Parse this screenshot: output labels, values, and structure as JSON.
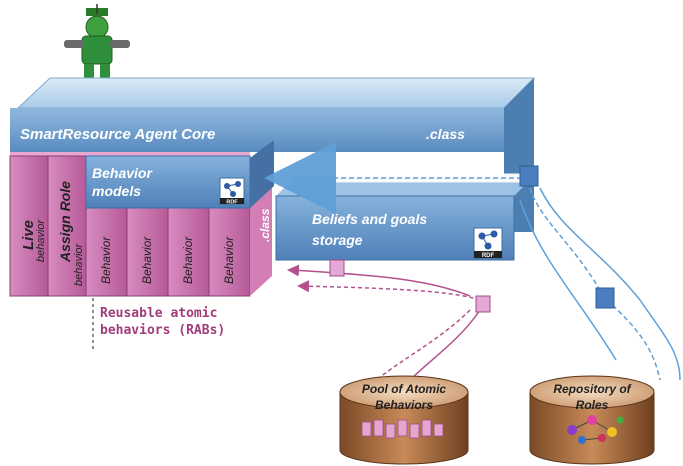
{
  "core": {
    "title": "SmartResource Agent Core",
    "class_label": ".class"
  },
  "behavior_models": {
    "line1": "Behavior",
    "line2": "models",
    "rdf_label": "RDF"
  },
  "beliefs": {
    "line1": "Beliefs and goals",
    "line2": "storage",
    "rdf_label": "RDF"
  },
  "side_class_label": ".class",
  "columns": {
    "live": {
      "main": "Live",
      "sub": "behavior"
    },
    "assign": {
      "main": "Assign Role",
      "sub": "behavior"
    },
    "atomic": [
      "Behavior",
      "Behavior",
      "Behavior",
      "Behavior"
    ]
  },
  "rabs": {
    "line1": "Reusable atomic",
    "line2": "behaviors (RABs)"
  },
  "pool": {
    "line1": "Pool of Atomic",
    "line2": "Behaviors"
  },
  "repo": {
    "line1": "Repository of",
    "line2": "Roles"
  },
  "colors": {
    "core_top": "#b7d6ef",
    "core_front": "#6a9ccc",
    "box_blue": "#5e90c4",
    "pink": "#c46aa8",
    "pink_light": "#e2a6cf",
    "cylinder": "#a0683e",
    "flow_blue": "#5fa0d8",
    "flow_pink": "#b4508c"
  }
}
